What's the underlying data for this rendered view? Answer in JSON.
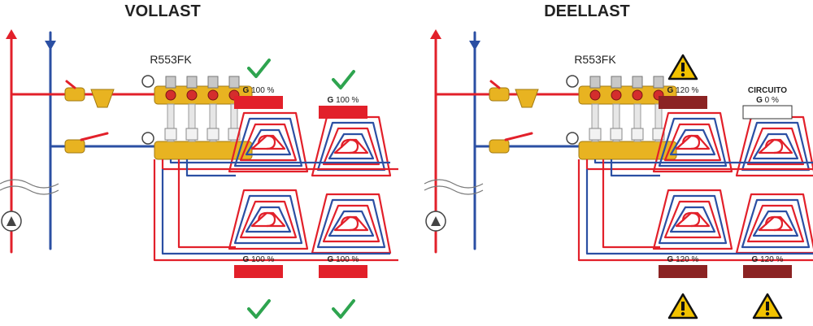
{
  "panels": [
    {
      "title": "VOLLAST",
      "model": "R553FK",
      "circuits": [
        {
          "prefix": "G",
          "value": "100 %",
          "status": "ok",
          "color": "#e2202a"
        },
        {
          "prefix": "G",
          "value": "100 %",
          "status": "ok",
          "color": "#e2202a"
        },
        {
          "prefix": "G",
          "value": "100 %",
          "status": "ok",
          "color": "#e2202a"
        },
        {
          "prefix": "G",
          "value": "100 %",
          "status": "ok",
          "color": "#e2202a"
        }
      ]
    },
    {
      "title": "DEELLAST",
      "model": "R553FK",
      "circuits": [
        {
          "prefix": "G",
          "value": "120 %",
          "status": "warning",
          "color": "#8b2323"
        },
        {
          "label": "CIRCUITO",
          "prefix": "G",
          "value": "0 %",
          "status": "closed",
          "color": "#ffffff"
        },
        {
          "prefix": "G",
          "value": "120 %",
          "status": "warning",
          "color": "#8b2323"
        },
        {
          "prefix": "G",
          "value": "120 %",
          "status": "warning",
          "color": "#8b2323"
        }
      ]
    }
  ],
  "colors": {
    "supply": "#e2202a",
    "return": "#2b4fa3",
    "ok": "#2ea44f",
    "warning": "#f2c200",
    "manifold": "#e8b321"
  }
}
